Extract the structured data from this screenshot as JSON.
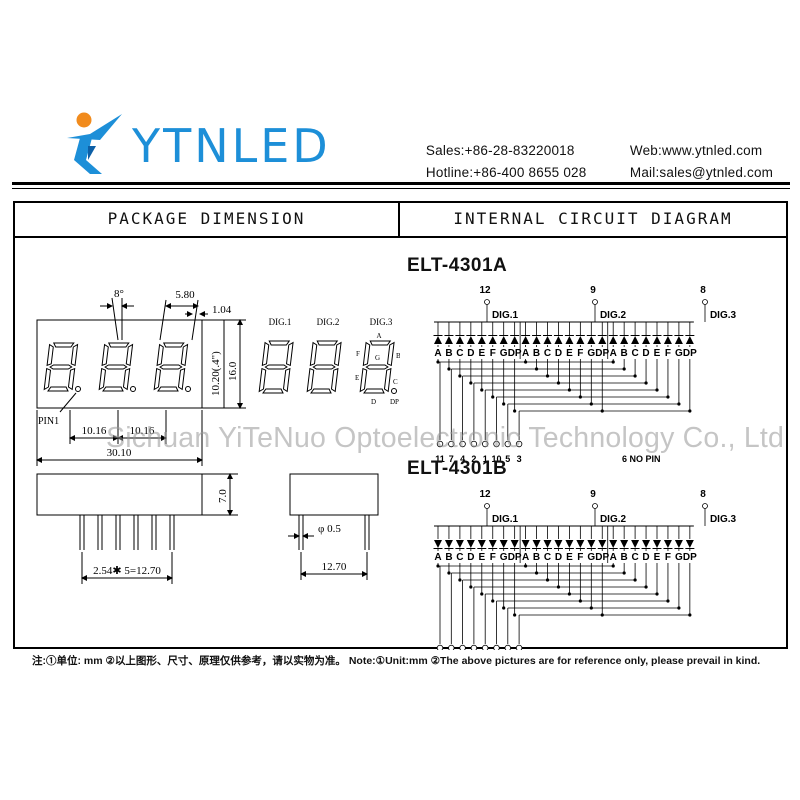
{
  "brand": {
    "name": "YTNLED",
    "color": "#1d8fd8",
    "accent": "#f18b1d"
  },
  "contact": {
    "sales": "Sales:+86-28-83220018",
    "web": "Web:www.ytnled.com",
    "hotline": "Hotline:+86-400 8655 028",
    "mail": "Mail:sales@ytnled.com"
  },
  "headers": {
    "left": "PACKAGE DIMENSION",
    "right": "INTERNAL CIRCUIT DIAGRAM"
  },
  "dimensions": {
    "angle": "8°",
    "seg_width": "5.80",
    "seg_stroke": "1.04",
    "digit_height": "10.20(.4\")",
    "body_height": "16.0",
    "pitch_1": "10.16",
    "pitch_2": "10.16",
    "body_width": "30.10",
    "pin1": "PIN1",
    "depth": "7.0",
    "pin_pitch": "2.54✱ 5=12.70",
    "pin_dia": "φ 0.5",
    "row_spacing": "12.70",
    "dig_labels": [
      "DIG.1",
      "DIG.2",
      "DIG.3"
    ],
    "seg_letters": {
      "a": "A",
      "f": "F",
      "b": "B",
      "g": "G",
      "e": "E",
      "c": "C",
      "d": "D",
      "dp": "DP"
    }
  },
  "circuit": {
    "models": [
      "ELT-4301A",
      "ELT-4301B"
    ],
    "common_pins": [
      "12",
      "9",
      "8"
    ],
    "digits": [
      "DIG.1",
      "DIG.2",
      "DIG.3"
    ],
    "segments": [
      "A",
      "B",
      "C",
      "D",
      "E",
      "F",
      "G",
      "DP"
    ],
    "bottom_pins": [
      "11",
      "7",
      "4",
      "2",
      "1",
      "10",
      "5",
      "3"
    ],
    "no_pin": "6 NO PIN"
  },
  "watermark": "Sichuan YiTeNuo Optoelectronic Technology Co., Ltd",
  "footnote": "注:①单位: mm ②以上图形、尺寸、原理仅供参考，请以实物为准。 Note:①Unit:mm ②The above pictures are for reference only, please prevail in kind."
}
